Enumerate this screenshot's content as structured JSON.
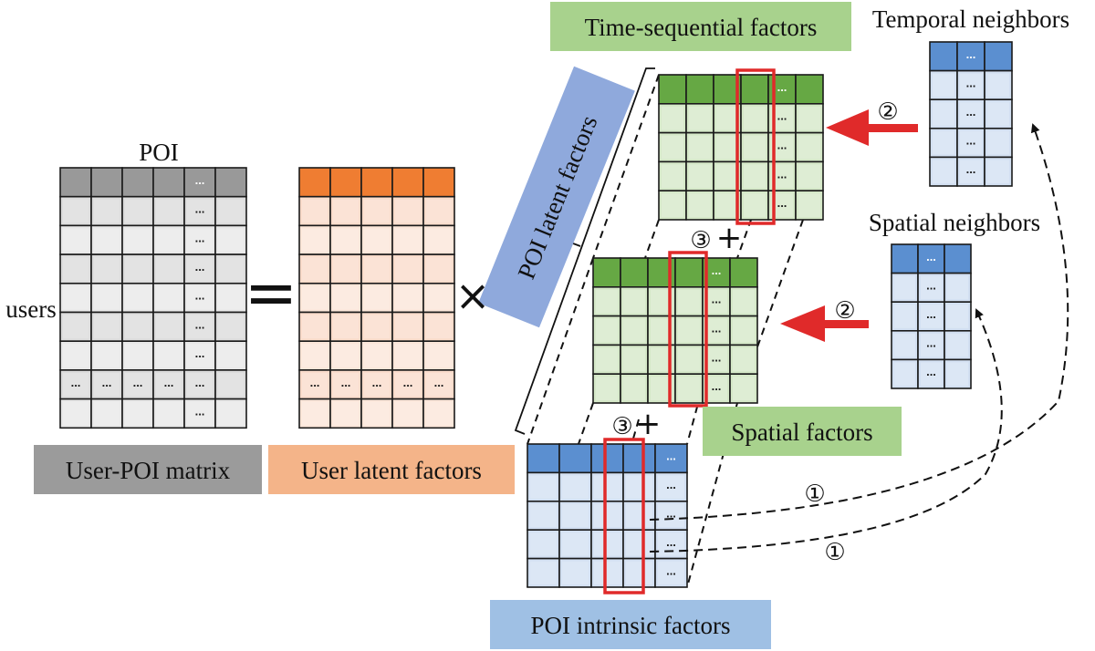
{
  "labels": {
    "poi": "POI",
    "users": "users",
    "user_poi_matrix": "User-POI matrix",
    "user_latent_factors": "User latent factors",
    "poi_latent_factors": "POI latent factors",
    "time_sequential_factors": "Time-sequential factors",
    "temporal_neighbors": "Temporal neighbors",
    "spatial_neighbors": "Spatial neighbors",
    "spatial_factors": "Spatial factors",
    "poi_intrinsic_factors": "POI intrinsic  factors"
  },
  "operators": {
    "equals": "=",
    "times": "×",
    "plus": "+"
  },
  "markers": {
    "step1": "①",
    "step2": "②",
    "step3": "③",
    "ellipsis": "..."
  },
  "colors": {
    "gray_header": "#999999",
    "gray_body": "#dcdcdc",
    "orange_header": "#ef7d32",
    "orange_body": "#fadccb",
    "green_header": "#66a844",
    "green_body": "#d5e8c8",
    "blue_header": "#5b8fd0",
    "blue_body": "#d3e0f2",
    "red": "#e02a2a",
    "label_gray": "#9b9b9b",
    "label_orange": "#f4b489",
    "label_green": "#a8d28d",
    "label_blue": "#9fc0e4",
    "label_poi_latent": "#8fa9dc"
  }
}
